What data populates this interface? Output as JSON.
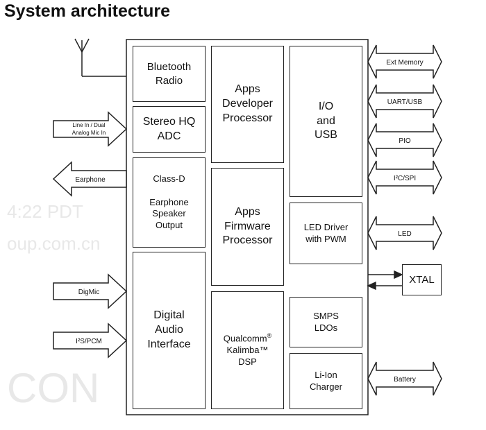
{
  "title": "System architecture",
  "watermark": {
    "large": "CON",
    "line1": "4:22 PDT",
    "line2": "oup.com.cn"
  },
  "blocks": {
    "bluetooth": "Bluetooth\nRadio",
    "stereo_adc": "Stereo HQ\nADC",
    "class_d": "Class-D\n\nEarphone\nSpeaker\nOutput",
    "digital_audio": "Digital\nAudio\nInterface",
    "apps_dev": "Apps\nDeveloper\nProcessor",
    "apps_fw": "Apps\nFirmware\nProcessor",
    "kalimba_l1": "Qualcomm",
    "kalimba_reg": "®",
    "kalimba_rest": "Kalimba™\nDSP",
    "io_usb": "I/O\nand\nUSB",
    "led_driver": "LED Driver\nwith PWM",
    "smps": "SMPS\nLDOs",
    "charger": "Li-Ion\nCharger",
    "xtal": "XTAL"
  },
  "left_signals": {
    "line_in_1": "Line In / Dual",
    "line_in_2": "Analog Mic In",
    "earphone": "Earphone",
    "digmic": "DigMic",
    "i2s": "I²S/PCM"
  },
  "right_signals": [
    "Ext Memory",
    "UART/USB",
    "PIO",
    "I²C/SPI",
    "LED",
    "Battery"
  ]
}
